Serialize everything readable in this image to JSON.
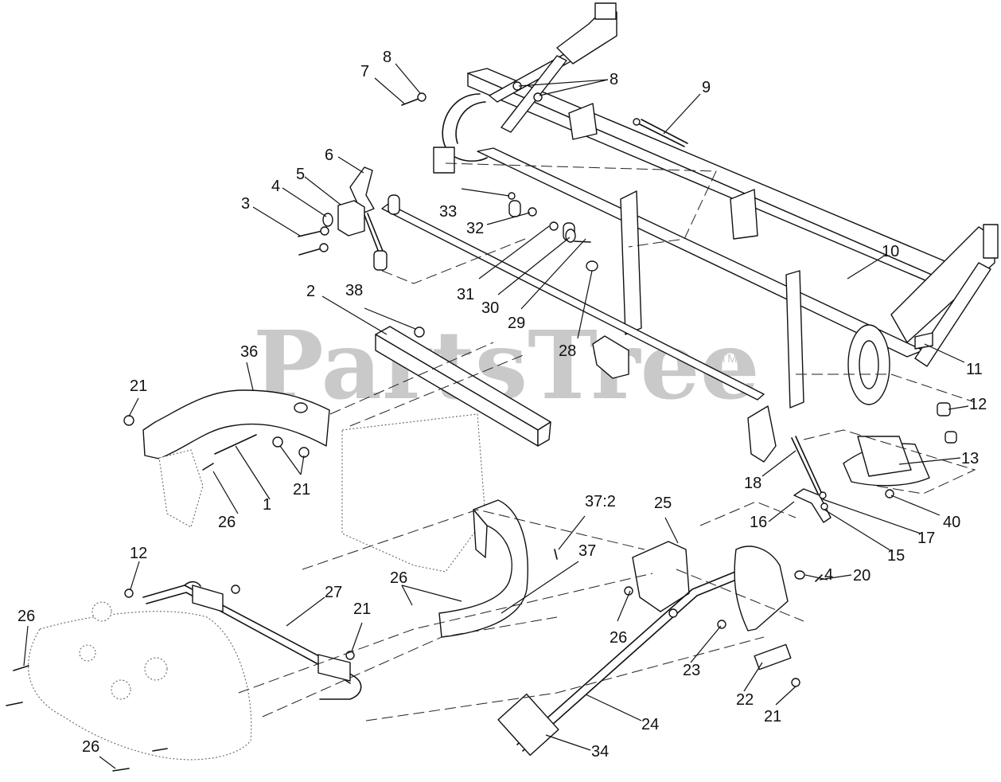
{
  "watermark": {
    "brand": "PartsTree",
    "trademark": "TM"
  },
  "colors": {
    "ink": "#111111",
    "watermark": "#c9c9c9",
    "background": "#ffffff"
  },
  "callouts": [
    "1",
    "2",
    "3",
    "4",
    "4",
    "5",
    "6",
    "7",
    "8",
    "8",
    "9",
    "10",
    "11",
    "12",
    "12",
    "13",
    "15",
    "16",
    "17",
    "18",
    "20",
    "21",
    "21",
    "21",
    "21",
    "22",
    "23",
    "24",
    "25",
    "26",
    "26",
    "26",
    "26",
    "26",
    "27",
    "28",
    "29",
    "30",
    "31",
    "32",
    "33",
    "34",
    "36",
    "37",
    "37:2",
    "38",
    "40"
  ]
}
